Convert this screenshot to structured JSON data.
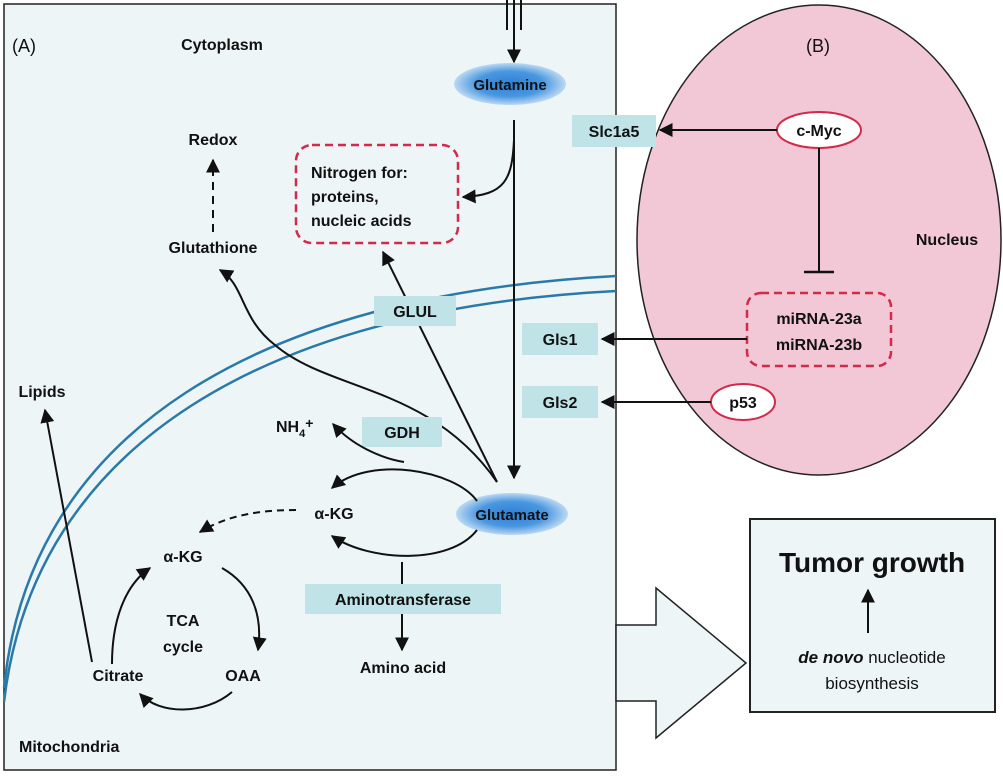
{
  "panel_a": {
    "label": "(A)",
    "cytoplasm": "Cytoplasm",
    "mitochondria": "Mitochondria",
    "glutamine": "Glutamine",
    "glutamate": "Glutamate",
    "nitrogen_lines": [
      "Nitrogen for:",
      "proteins,",
      "nucleic acids"
    ],
    "redox": "Redox",
    "glutathione": "Glutathione",
    "glul": "GLUL",
    "gdh": "GDH",
    "nh4_base": "NH",
    "nh4_sub": "4",
    "nh4_sup": "+",
    "akg_cyto": "α-KG",
    "akg_mito": "α-KG",
    "aminotransferase": "Aminotransferase",
    "amino_acid": "Amino acid",
    "lipids": "Lipids",
    "tca_line1": "TCA",
    "tca_line2": "cycle",
    "citrate": "Citrate",
    "oaa": "OAA"
  },
  "panel_b": {
    "label": "(B)",
    "nucleus": "Nucleus",
    "cmyc": "c-Myc",
    "mirna_a": "miRNA-23a",
    "mirna_b": "miRNA-23b",
    "p53": "p53"
  },
  "transporters": {
    "slc1a5": "Slc1a5",
    "gls1": "Gls1",
    "gls2": "Gls2"
  },
  "outcome": {
    "title": "Tumor growth",
    "line1_italic": "de novo",
    "line1_rest": " nucleotide",
    "line2": "biosynthesis"
  },
  "colors": {
    "cell_bg": "#eef5f7",
    "nucleus_fill": "#f2c8d6",
    "enzyme_box": "#bfe3e6",
    "membrane": "#2a7aa8",
    "red": "#d22a4a",
    "metabolite_blue": "#3f8fd8"
  }
}
